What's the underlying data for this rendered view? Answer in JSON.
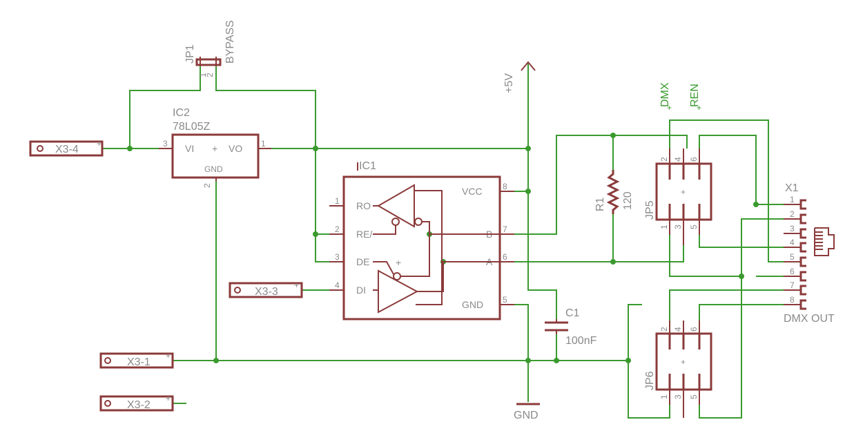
{
  "colors": {
    "wire": "#3a9a2e",
    "part": "#8b3a3a",
    "text": "#8a8a8a",
    "background": "#ffffff"
  },
  "connectors": {
    "x3_1": "X3-1",
    "x3_2": "X3-2",
    "x3_3": "X3-3",
    "x3_4": "X3-4"
  },
  "ic2": {
    "name": "IC2",
    "value": "78L05Z",
    "pin_vi": "VI",
    "pin_vo": "VO",
    "pin_gnd": "GND",
    "plus": "+",
    "pin3": "3",
    "pin1": "1",
    "pin2": "2"
  },
  "jp1": {
    "name": "JP1",
    "value": "BYPASS",
    "pin1": "1",
    "pin2": "2"
  },
  "ic1": {
    "name": "IC1",
    "pins": {
      "ro": "RO",
      "re": "RE/",
      "de": "DE",
      "di": "DI",
      "vcc": "VCC",
      "b": "B",
      "a": "A",
      "gnd": "GND"
    },
    "pin_numbers": {
      "p1": "1",
      "p2": "2",
      "p3": "3",
      "p4": "4",
      "p5": "5",
      "p6": "6",
      "p7": "7",
      "p8": "8"
    },
    "plus": "+"
  },
  "supply": {
    "vcc": "+5V",
    "gnd": "GND"
  },
  "c1": {
    "name": "C1",
    "value": "100nF"
  },
  "r1": {
    "name": "R1",
    "value": "120"
  },
  "jp5": {
    "name": "JP5",
    "pins_top": [
      "2",
      "4",
      "6"
    ],
    "pins_bottom": [
      "1",
      "3",
      "5"
    ],
    "plus": "+"
  },
  "jp6": {
    "name": "JP6",
    "pins_top": [
      "2",
      "4",
      "6"
    ],
    "pins_bottom": [
      "1",
      "3",
      "5"
    ],
    "plus": "+"
  },
  "labels": {
    "dmx": "DMX",
    "ren": "REN"
  },
  "x1": {
    "name": "X1",
    "pins": [
      "1",
      "2",
      "3",
      "4",
      "5",
      "6",
      "7",
      "8"
    ],
    "caption": "DMX OUT"
  }
}
